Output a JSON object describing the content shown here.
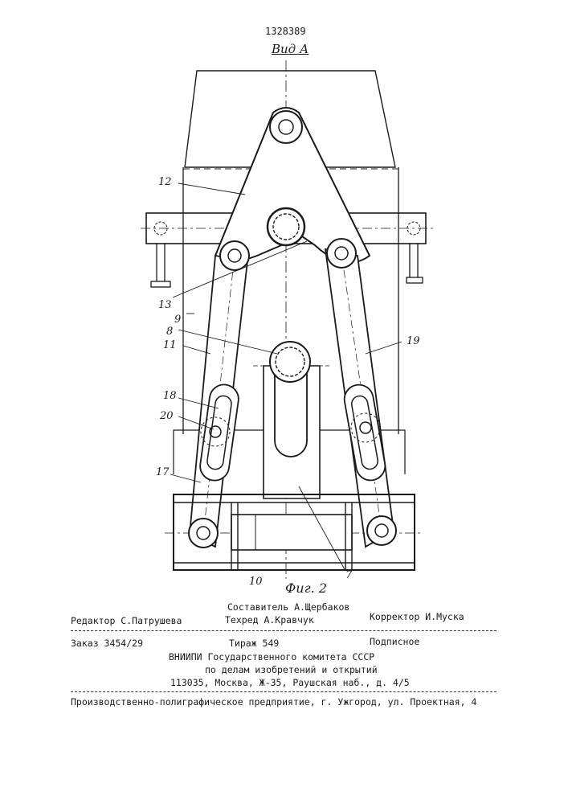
{
  "patent_number": "1328389",
  "view_label": "Вид А",
  "figure_caption": "Фиг. 2",
  "part_labels": [
    "12",
    "13",
    "9",
    "8",
    "11",
    "19",
    "18",
    "20",
    "17",
    "10",
    "7"
  ],
  "credits": {
    "compiler": "Составитель А.Щербаков",
    "editor": "Редактор С.Патрушева",
    "techred": "Техред А.Кравчук",
    "proofreader": "Корректор И.Муска"
  },
  "publication": {
    "order": "Заказ 3454/29",
    "circulation": "Тираж 549",
    "subscription": "Подписное",
    "org_line1": "ВНИИПИ Государственного комитета СССР",
    "org_line2": "по делам изобретений и открытий",
    "org_line3": "113035, Москва, Ж-35, Раушская наб., д. 4/5"
  },
  "printer": "Производственно-полиграфическое предприятие, г. Ужгород, ул. Проектная, 4"
}
